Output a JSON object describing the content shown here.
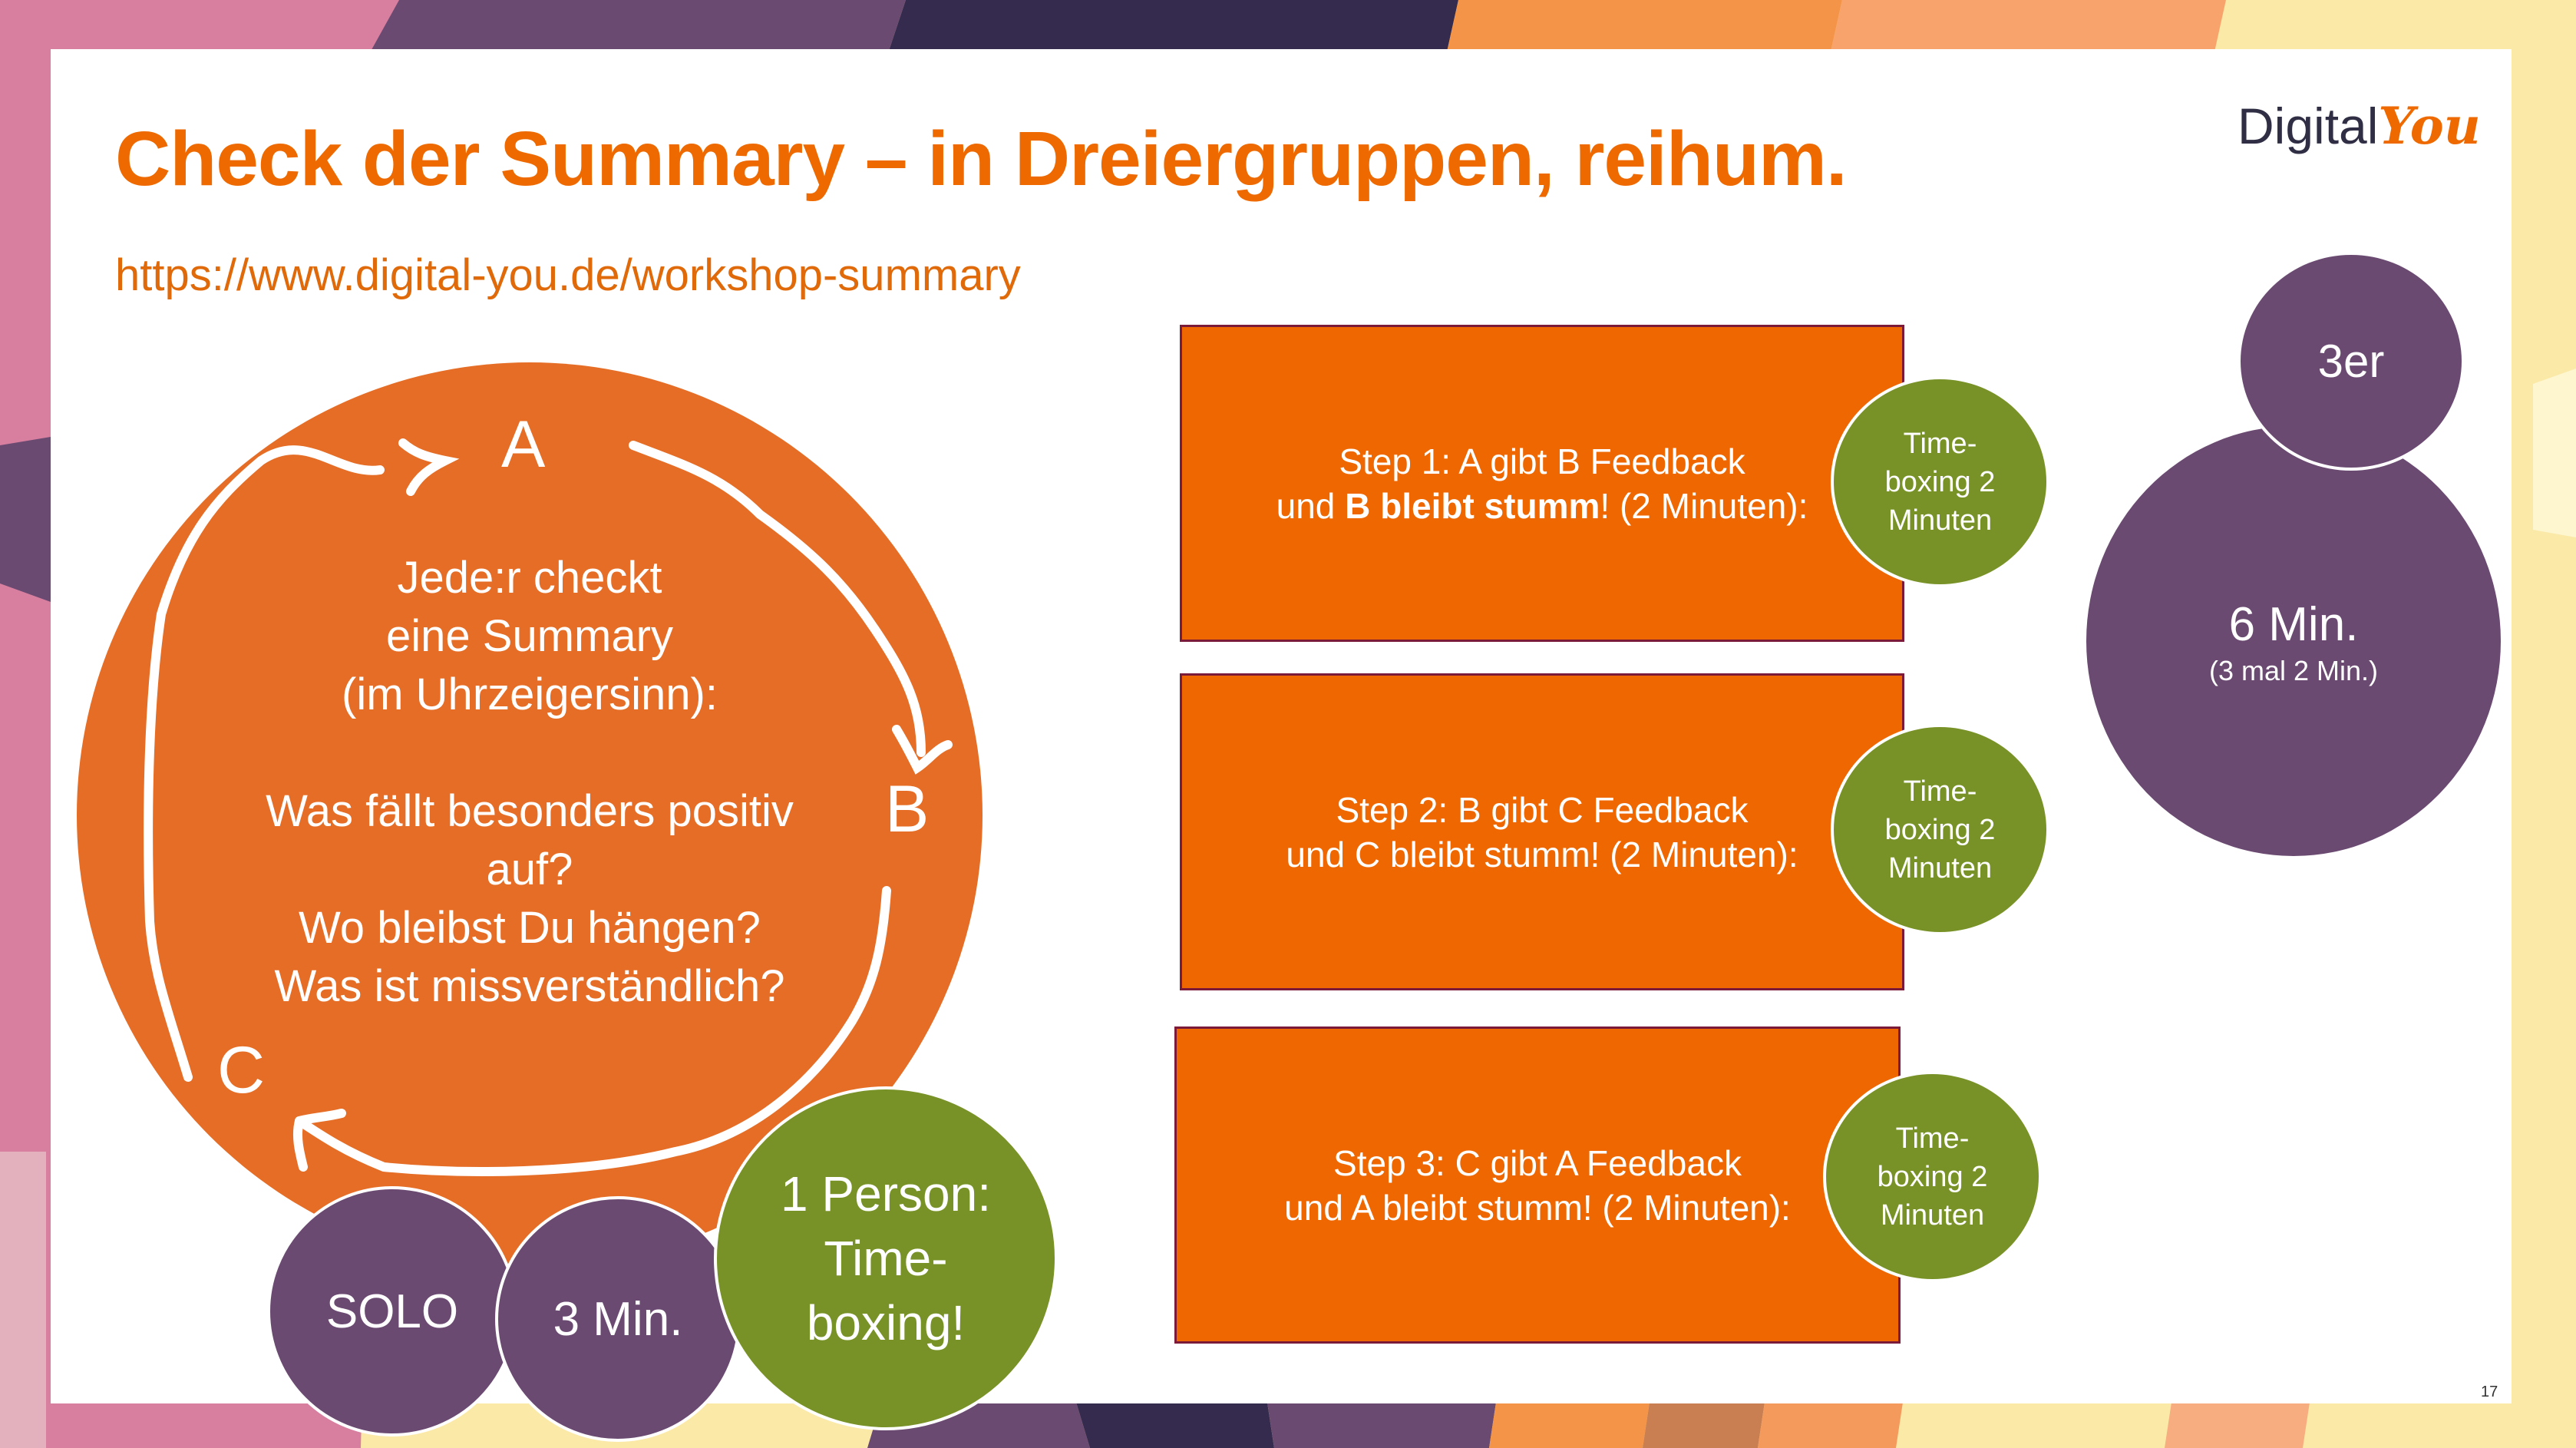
{
  "slide": {
    "title": "Check der Summary – in Dreiergruppen, reihum.",
    "url": "https://www.digital-you.de/workshop-summary",
    "logo": {
      "part1": "Digital",
      "part2": "You"
    },
    "page_number": "17"
  },
  "cycle": {
    "labels": {
      "a": "A",
      "b": "B",
      "c": "C"
    },
    "lines": [
      "Jede:r checkt",
      "eine Summary",
      "(im Uhrzeigersinn):",
      "",
      "Was fällt besonders positiv",
      "auf?",
      "Wo bleibst Du hängen?",
      "Was ist missverständlich?"
    ]
  },
  "solo": {
    "label": "SOLO",
    "time": "3 Min.",
    "timebox": [
      "1 Person:",
      "Time-",
      "boxing!"
    ]
  },
  "steps": [
    {
      "line1": "Step 1: A gibt B Feedback",
      "line2_pre": "und ",
      "line2_bold": "B bleibt stumm",
      "line2_post": "! (2 Minuten):",
      "timebox": [
        "Time-",
        "boxing 2",
        "Minuten"
      ]
    },
    {
      "line1": "Step 2: B gibt C Feedback",
      "line2_pre": "und C bleibt stumm! (2 Minuten):",
      "line2_bold": "",
      "line2_post": "",
      "timebox": [
        "Time-",
        "boxing 2",
        "Minuten"
      ]
    },
    {
      "line1": "Step 3: C gibt A Feedback",
      "line2_pre": "und A bleibt stumm! (2 Minuten):",
      "line2_bold": "",
      "line2_post": "",
      "timebox": [
        "Time-",
        "boxing 2",
        "Minuten"
      ]
    }
  ],
  "group": {
    "label": "3er",
    "time": "6 Min.",
    "detail": "(3 mal 2 Min.)"
  },
  "colors": {
    "orange": "#ee6700",
    "purple": "#6b4a72",
    "green": "#789227"
  }
}
